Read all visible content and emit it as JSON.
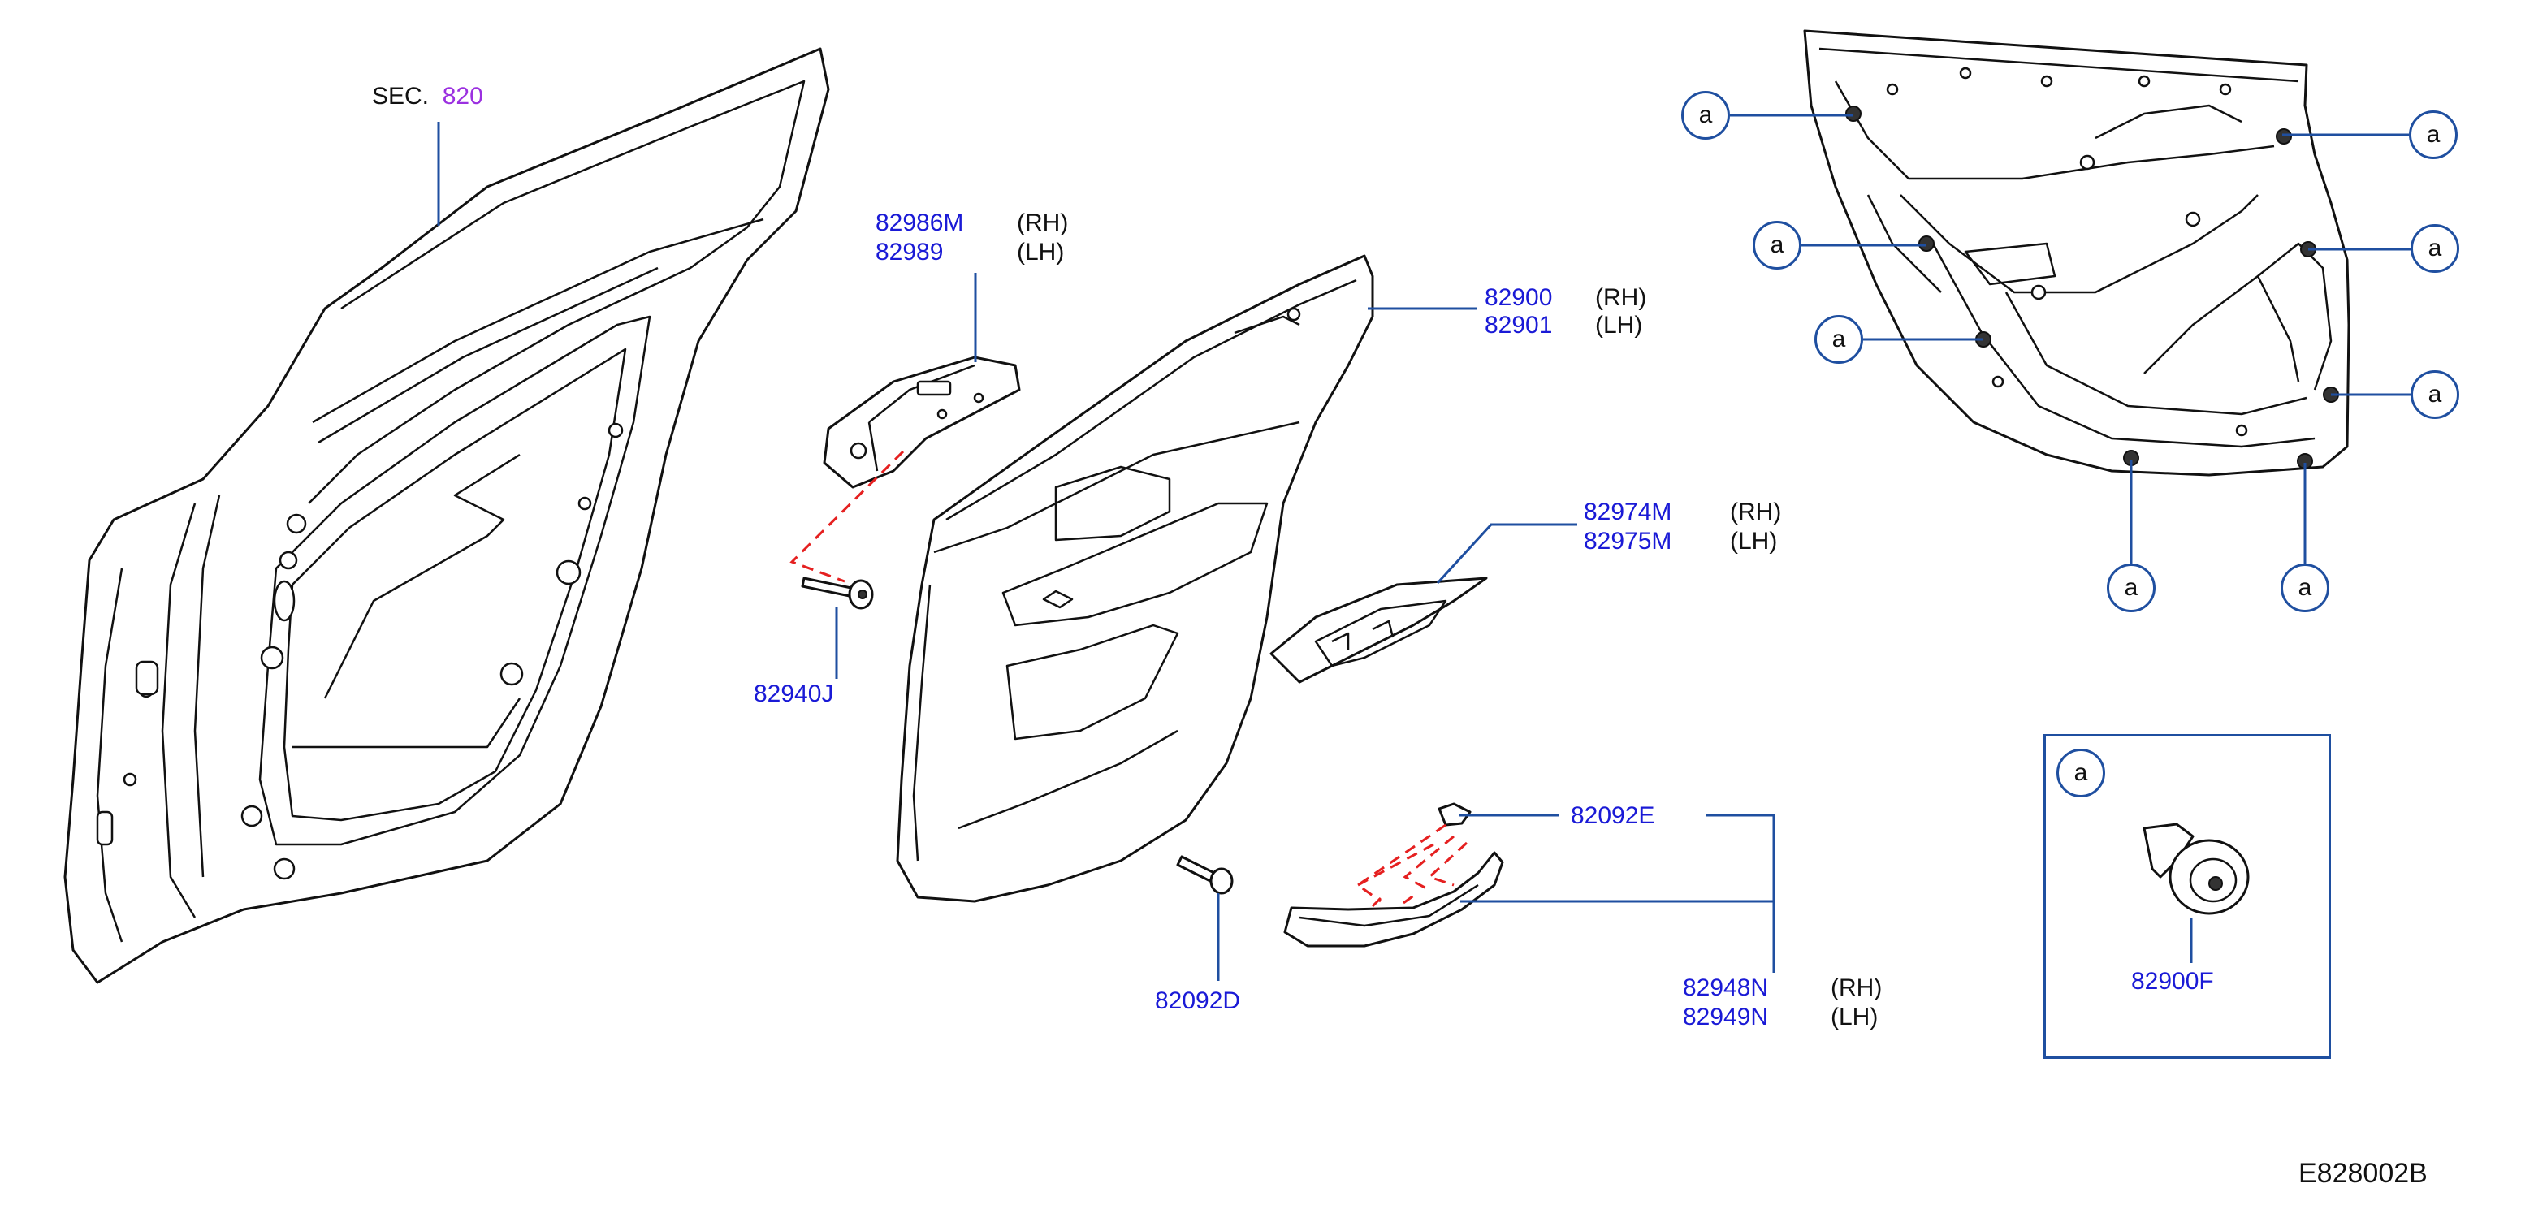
{
  "sec_ref": {
    "prefix": "SEC.",
    "number": "820"
  },
  "parts": {
    "bracket": {
      "part_rh": "82986M",
      "side_rh": "(RH)",
      "part_lh": "82989",
      "side_lh": "(LH)"
    },
    "screw": {
      "part": "82940J"
    },
    "trim_panel": {
      "part_rh": "82900",
      "side_rh": "(RH)",
      "part_lh": "82901",
      "side_lh": "(LH)"
    },
    "switch_finisher": {
      "part_rh": "82974M",
      "side_rh": "(RH)",
      "part_lh": "82975M",
      "side_lh": "(LH)"
    },
    "clip_e": {
      "part": "82092E"
    },
    "screw_d": {
      "part": "82092D"
    },
    "pull_handle": {
      "part_rh": "82948N",
      "side_rh": "(RH)",
      "part_lh": "82949N",
      "side_lh": "(LH)"
    },
    "clip_f": {
      "part": "82900F"
    }
  },
  "callout_letter": "a",
  "diagram_code": "E828002B",
  "colors": {
    "part_number": "#1a1ad6",
    "section_number": "#9b30e0",
    "leader": "#1f4fa0",
    "dashed_guide": "#e52020",
    "outline": "#111111"
  }
}
